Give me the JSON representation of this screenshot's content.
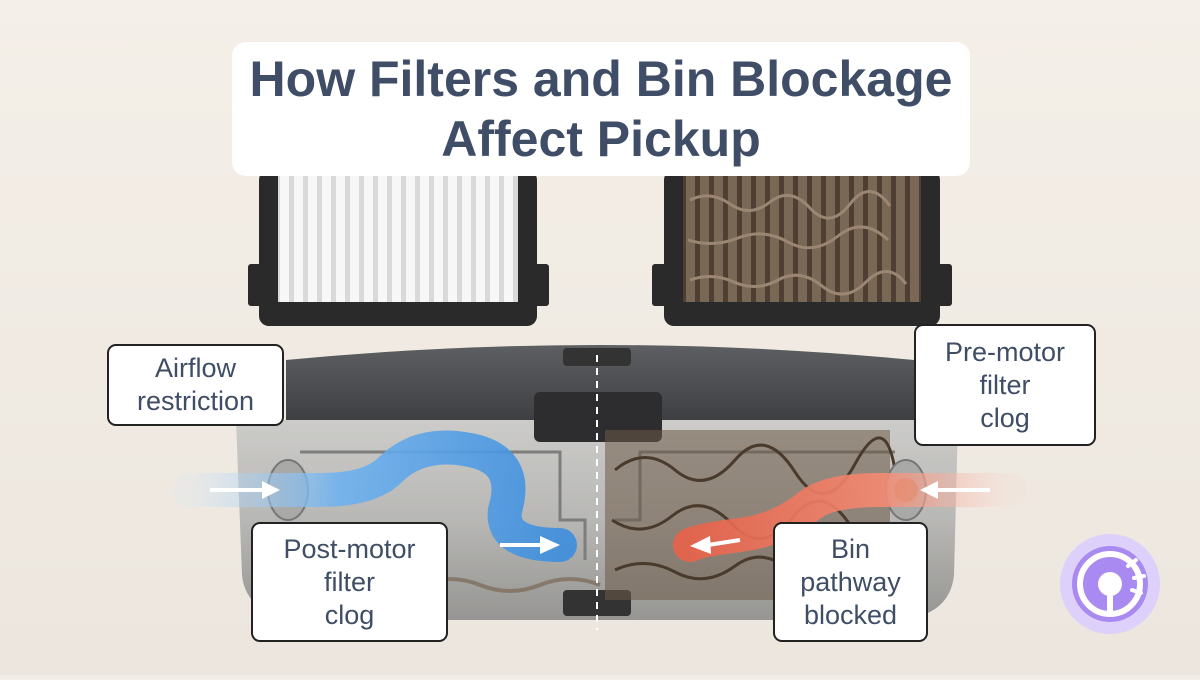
{
  "title": {
    "line1": "How Filters and Bin Blockage",
    "line2": "Affect Pickup"
  },
  "callouts": {
    "airflow": [
      "Airflow",
      "restriction"
    ],
    "premotor": [
      "Pre-motor",
      "filter",
      "clog"
    ],
    "postmotor": [
      "Post-motor",
      "filter",
      "clog"
    ],
    "bin": [
      "Bin",
      "pathway",
      "blocked"
    ]
  },
  "colors": {
    "title_text": "#3f4e66",
    "clean_airflow": "#4a9ee8",
    "restricted_airflow": "#f07a5e",
    "bin_body": "#b9b9b7",
    "filter_frame": "#2a2a2a",
    "debris": "#6e5a47",
    "logo_accent": "#a98af0"
  },
  "icons": {
    "logo": "vacuum-brand-logo-icon"
  }
}
